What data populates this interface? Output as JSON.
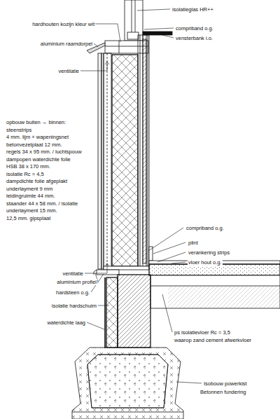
{
  "diagram": {
    "labels": [
      "isolatieglas HR++",
      "hardhouten kozijn kleur wit",
      "compriband o.g.",
      "vensterbank i.o.",
      "aluminium raamdorpel",
      "ventilatie",
      "opbouw buiten → binnen:",
      "steenstrips",
      "4 mm. lijm + wapeningsnet",
      "betonvezelplaat 12 mm.",
      "regels 34 x 95 mm. / luchtspouw",
      "dampopen waterdichte folie",
      "HSB 38 x 170 mm.",
      "isolatie Rc = 4,5",
      "dampdichte folie afgeplakt",
      "underlayment 9 mm",
      "leidingruimte 44 mm.",
      "staander 44 x 58 mm. / isolatie",
      "underlayment 15 mm.",
      "12,5 mm. gipsplaat",
      "compriband o.g.",
      "plint",
      "verankering strips",
      "vloer hout o.g.",
      "ventilatie",
      "aluminium profiel",
      "hardsteen o.g.",
      "isolatie hardschuim",
      "waterdichte laag",
      "ps isolatievloer Rc = 3,5",
      "waarop zand cement afwerkvloer",
      "Isobouw powerkist",
      "Betonnen fundering"
    ]
  }
}
